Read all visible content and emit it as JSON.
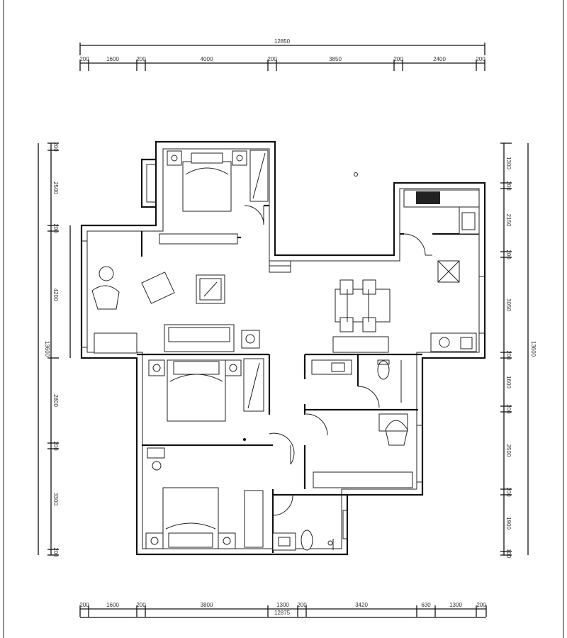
{
  "dimensions": {
    "top_total": "12850",
    "top": [
      "200",
      "1600",
      "200",
      "4000",
      "200",
      "3850",
      "200",
      "2400",
      "200"
    ],
    "bottom_total": "12875",
    "bottom": [
      "200",
      "1600",
      "200",
      "3800",
      "1300",
      "200",
      "3420",
      "630",
      "1300",
      "200"
    ],
    "left_total": "13600",
    "left": [
      "200",
      "2500",
      "200",
      "4200",
      "2800",
      "200",
      "3300",
      "200"
    ],
    "right_total": "13600",
    "right": [
      "1300",
      "200",
      "2150",
      "200",
      "3050",
      "200",
      "1600",
      "200",
      "2500",
      "200",
      "1900",
      "100"
    ]
  }
}
